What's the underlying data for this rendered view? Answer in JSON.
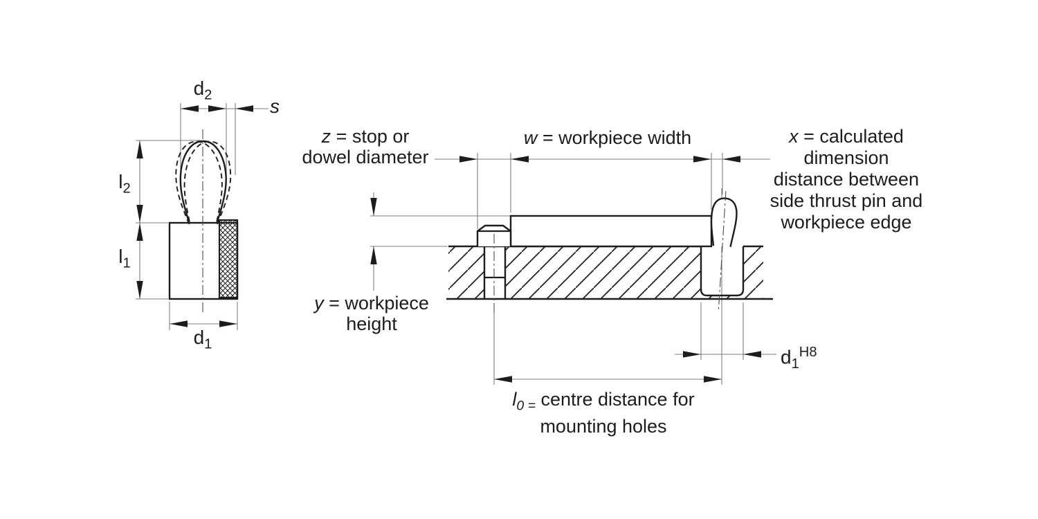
{
  "figure": {
    "description_names": [
      "pin-detail-view",
      "assembly-section-view"
    ]
  },
  "colors": {
    "ink": "#1c1c1c",
    "thin_line": "#7d7d7d",
    "center_line": "#4a4a4a",
    "background": "#ffffff"
  },
  "detail_view": {
    "label_d2": {
      "base": "d",
      "sub": "2"
    },
    "label_s": {
      "var": "s"
    },
    "label_l2": {
      "base": "l",
      "sub": "2"
    },
    "label_l1": {
      "base": "l",
      "sub": "1"
    },
    "label_d1": {
      "base": "d",
      "sub": "1"
    }
  },
  "section_view": {
    "label_z": {
      "var": "z",
      "rest": " = stop or",
      "line2": "dowel diameter"
    },
    "label_w": {
      "var": "w",
      "rest": " = workpiece width"
    },
    "label_x": {
      "var": "x",
      "rest": " = calculated",
      "lines": [
        "dimension",
        "distance between",
        "side thrust pin and",
        "workpiece edge"
      ]
    },
    "label_y": {
      "var": "y",
      "rest": " = workpiece",
      "line2": "height"
    },
    "label_l0": {
      "var": "l",
      "sub": "0 =",
      "rest": "centre distance for",
      "line2": "mounting holes"
    },
    "label_d1h8": {
      "base": "d",
      "sub": "1",
      "sup": "H8"
    }
  }
}
